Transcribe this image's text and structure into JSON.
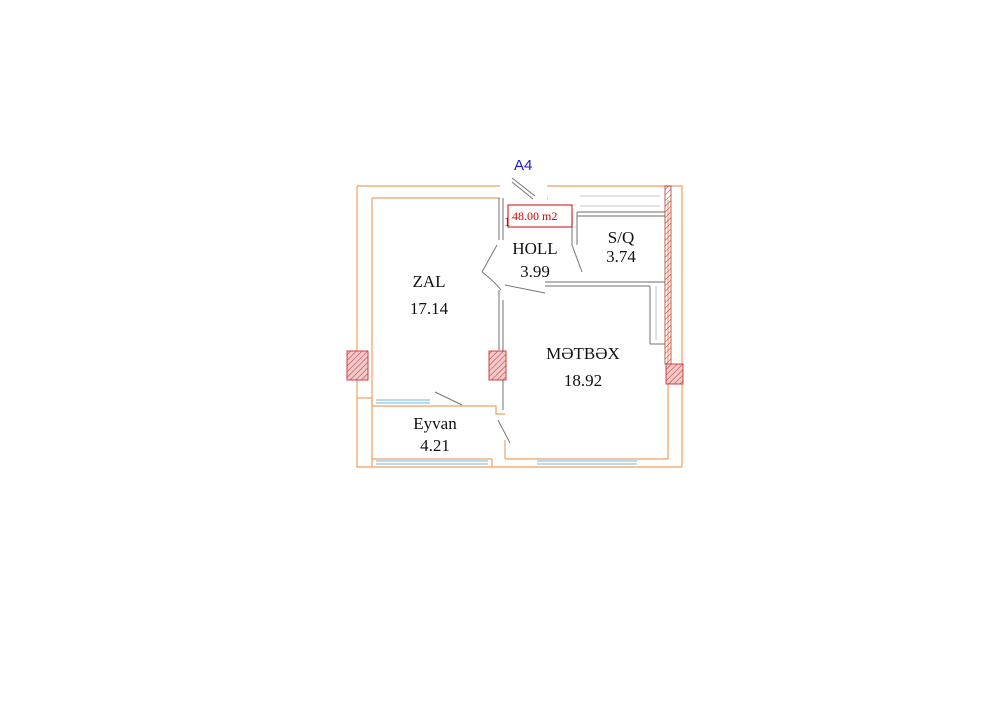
{
  "plan": {
    "unit_label": "A4",
    "total_area": "48.00 m2",
    "unit_number": "1",
    "rooms": [
      {
        "name": "ZAL",
        "area": "17.14"
      },
      {
        "name": "HOLL",
        "area": "3.99"
      },
      {
        "name": "S/Q",
        "area": "3.74"
      },
      {
        "name": "MƏTBƏX",
        "area": "18.92"
      },
      {
        "name": "Eyvan",
        "area": "4.21"
      }
    ]
  },
  "colors": {
    "wall_outline": "#f0a060",
    "interior_line": "#8a8a8a",
    "column_fill": "#d98080",
    "window_line": "#6fb7d8",
    "unit_label": "#1a1acc",
    "total_area": "#d40000"
  }
}
